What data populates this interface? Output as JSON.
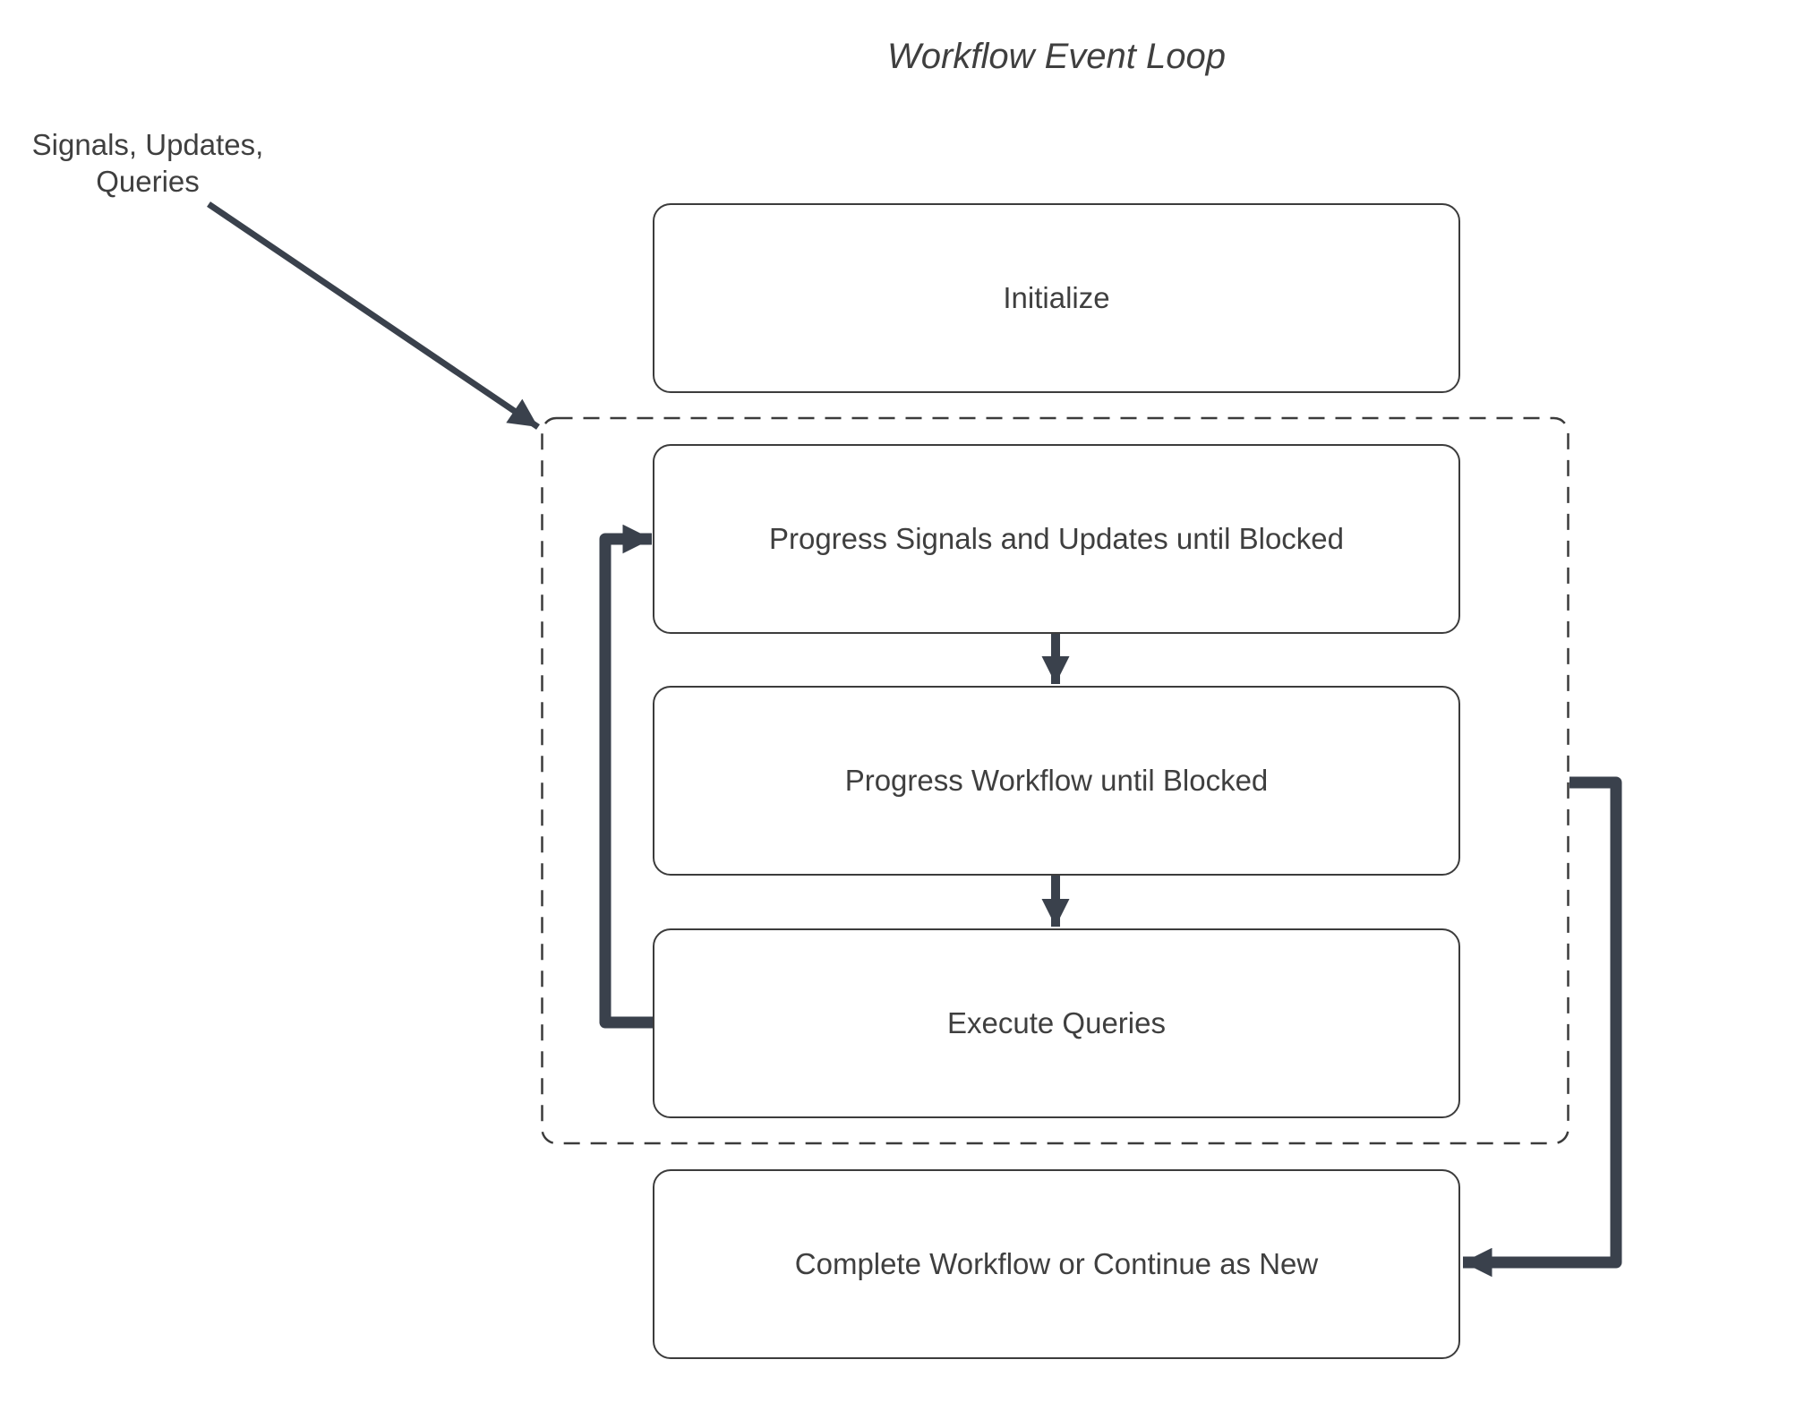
{
  "title": "Workflow Event Loop",
  "annotation": {
    "line1": "Signals, Updates,",
    "line2": "Queries"
  },
  "nodes": [
    {
      "id": "initialize",
      "label": "Initialize"
    },
    {
      "id": "progress-signals",
      "label": "Progress Signals and Updates until Blocked"
    },
    {
      "id": "progress-workflow",
      "label": "Progress Workflow until Blocked"
    },
    {
      "id": "execute-queries",
      "label": "Execute Queries"
    },
    {
      "id": "complete-workflow",
      "label": "Complete Workflow or Continue as New"
    }
  ],
  "edges": [
    {
      "from": "signals-updates-queries-annotation",
      "to": "event-loop-group",
      "style": "thin-diagonal-arrow"
    },
    {
      "from": "progress-signals",
      "to": "progress-workflow",
      "style": "down-arrow"
    },
    {
      "from": "progress-workflow",
      "to": "execute-queries",
      "style": "down-arrow"
    },
    {
      "from": "execute-queries",
      "to": "progress-signals",
      "style": "thick-loop-left"
    },
    {
      "from": "event-loop-group",
      "to": "complete-workflow",
      "style": "thick-loop-right"
    }
  ],
  "colors": {
    "background": "#ffffff",
    "connector": "#3a414c",
    "box-border": "#3c3c3c",
    "dashed-border": "#3b3b3b",
    "text": "#3f3f3f"
  }
}
